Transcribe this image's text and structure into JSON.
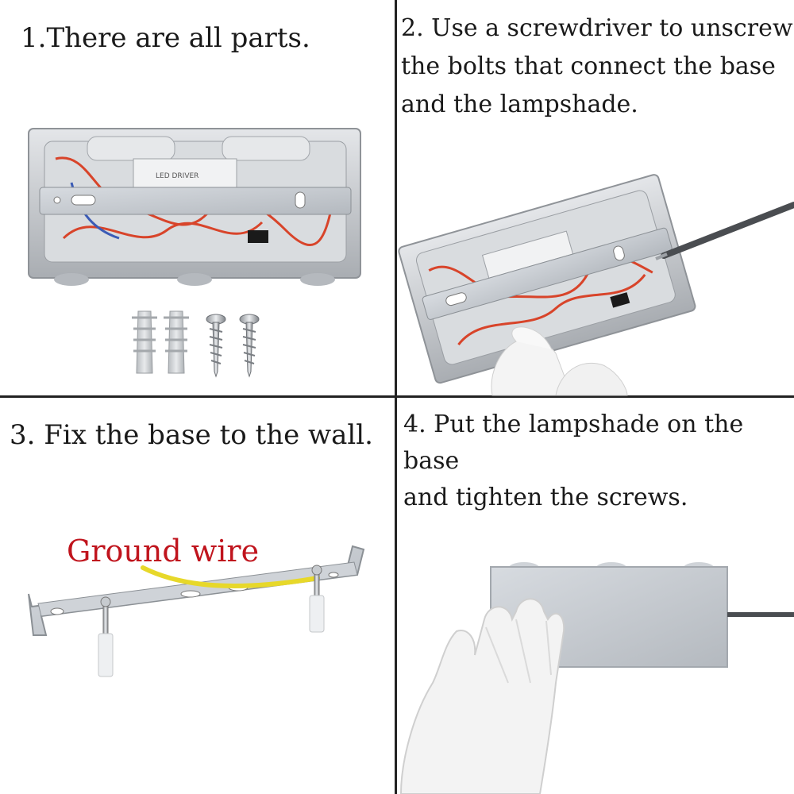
{
  "steps": [
    {
      "number": "1",
      "caption": "1.There are all parts."
    },
    {
      "number": "2",
      "caption_lines": [
        "2. Use a screwdriver to unscrew",
        "the bolts that connect the base",
        "and the lampshade."
      ]
    },
    {
      "number": "3",
      "caption": "3. Fix the base to the wall."
    },
    {
      "number": "4",
      "caption_lines": [
        "4. Put the lampshade on the base",
        "and tighten the screws."
      ]
    }
  ],
  "annotations": {
    "ground_wire": "Ground wire"
  },
  "colors": {
    "divider": "#222222",
    "ground_wire_label": "#c0141d",
    "wire_red": "#d8442a",
    "wire_yellow": "#e7d82a",
    "aluminum": "#c9ccd0"
  },
  "icons": [
    "lamp-base-illustration",
    "screwdriver-illustration",
    "glove-hand-illustration",
    "wall-anchor-icon",
    "screw-icon",
    "mounting-bracket-illustration"
  ]
}
